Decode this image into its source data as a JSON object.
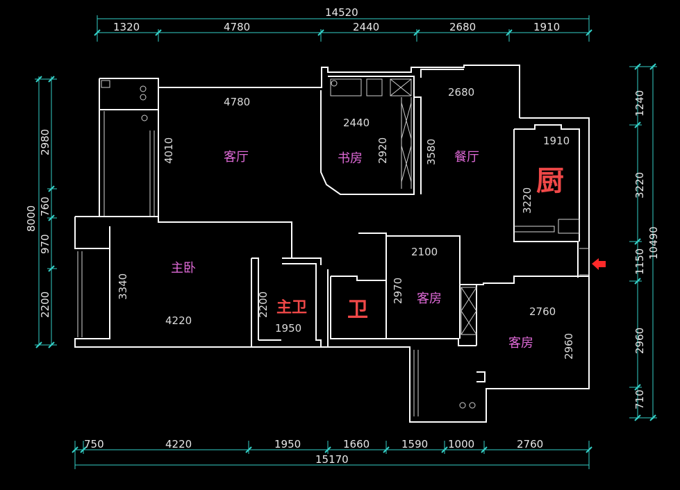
{
  "dimensions": {
    "top_total": "14520",
    "top_segments": [
      "1320",
      "4780",
      "2440",
      "2680",
      "1910"
    ],
    "bottom_total": "15170",
    "bottom_segments": [
      "750",
      "4220",
      "1950",
      "1660",
      "1590",
      "1000",
      "2760"
    ],
    "left_total": "8000",
    "left_segments": [
      "2980",
      "760",
      "970",
      "2200"
    ],
    "right_total": "10490",
    "right_segments": [
      "1240",
      "3220",
      "1150",
      "2960",
      "710"
    ]
  },
  "rooms": [
    {
      "label": "客厅",
      "dims": [
        "4780",
        "4010"
      ]
    },
    {
      "label": "书房",
      "dims": [
        "2440",
        "2920"
      ]
    },
    {
      "label": "餐厅",
      "dims": [
        "2680",
        "3580"
      ]
    },
    {
      "label": "厨",
      "dims": [
        "1910",
        "3220"
      ]
    },
    {
      "label": "主卧",
      "dims": [
        "3340",
        "4220"
      ]
    },
    {
      "label": "主卫",
      "dims": [
        "2200",
        "1950"
      ]
    },
    {
      "label": "卫",
      "dims": []
    },
    {
      "label": "客房",
      "dims": [
        "2100",
        "2970"
      ]
    },
    {
      "label": "客房",
      "dims": [
        "2760",
        "2960"
      ]
    }
  ],
  "colors": {
    "background": "#000000",
    "walls": "#ffffff",
    "dimension_lines": "#34d1c8",
    "room_label": "#e06ad8",
    "wet_room_label": "#f04848",
    "entry_arrow": "#ff2a2a"
  },
  "icons": {
    "entry": "entry-arrow-icon"
  }
}
